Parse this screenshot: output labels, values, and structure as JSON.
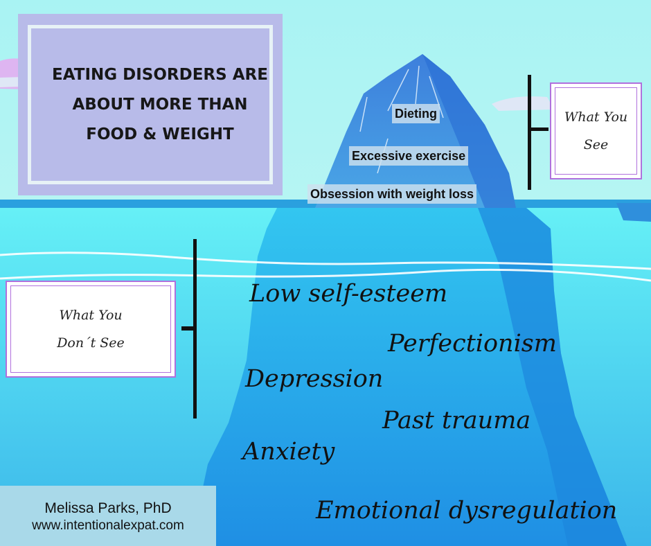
{
  "title": "EATING DISORDERS ARE ABOUT MORE THAN FOOD & WEIGHT",
  "visible_signs": [
    "Dieting",
    "Excessive exercise",
    "Obsession with weight loss"
  ],
  "what_you_see_label": "What You See",
  "hidden_causes": [
    "Low self-esteem",
    "Perfectionism",
    "Depression",
    "Past trauma",
    "Anxiety",
    "Emotional dysregulation"
  ],
  "what_you_dont_see_label": "What You Don´t See",
  "credit": {
    "name": "Melissa Parks, PhD",
    "website": "www.intentionalexpat.com"
  },
  "colors": {
    "sky": "#aaf2f3",
    "sea_surface": "#5eebf5",
    "sea_deep": "#47c2ec",
    "iceberg_top": "#3f8ee0",
    "iceberg_under": "#29b7ee",
    "frame_purple": "#b070dd",
    "title_box": "#b8bbe9"
  }
}
